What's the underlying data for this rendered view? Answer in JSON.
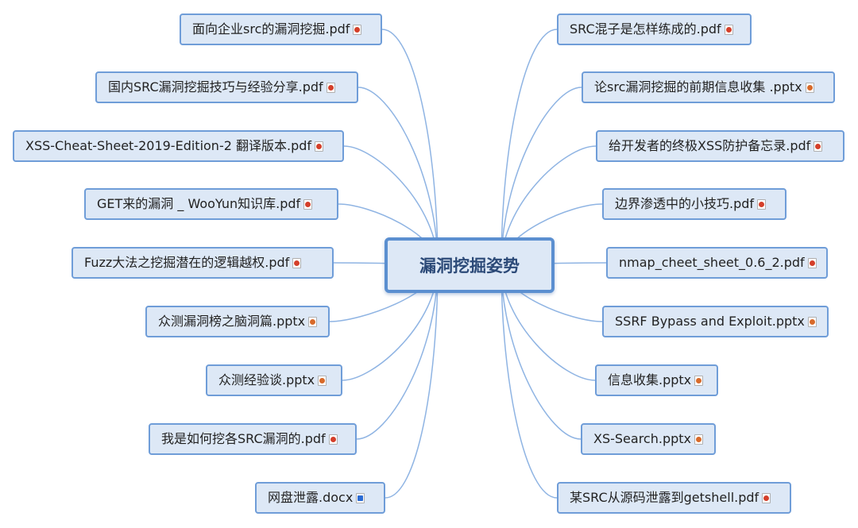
{
  "central": {
    "label": "漏洞挖掘姿势"
  },
  "left_items": [
    {
      "label": "面向企业src的漏洞挖掘.pdf",
      "icon": "pdf-file-icon"
    },
    {
      "label": "国内SRC漏洞挖掘技巧与经验分享.pdf",
      "icon": "pdf-file-icon"
    },
    {
      "label": "XSS-Cheat-Sheet-2019-Edition-2 翻译版本.pdf",
      "icon": "pdf-file-icon"
    },
    {
      "label": "GET来的漏洞 _ WooYun知识库.pdf",
      "icon": "pdf-file-icon"
    },
    {
      "label": "Fuzz大法之挖掘潜在的逻辑越权.pdf",
      "icon": "pdf-file-icon"
    },
    {
      "label": "众测漏洞榜之脑洞篇.pptx",
      "icon": "pptx-file-icon"
    },
    {
      "label": "众测经验谈.pptx",
      "icon": "pptx-file-icon"
    },
    {
      "label": "我是如何挖各SRC漏洞的.pdf",
      "icon": "pdf-file-icon"
    },
    {
      "label": "网盘泄露.docx",
      "icon": "docx-file-icon"
    }
  ],
  "right_items": [
    {
      "label": "SRC混子是怎样练成的.pdf",
      "icon": "pdf-file-icon"
    },
    {
      "label": "论src漏洞挖掘的前期信息收集 .pptx",
      "icon": "pptx-file-icon"
    },
    {
      "label": "给开发者的终极XSS防护备忘录.pdf",
      "icon": "pdf-file-icon"
    },
    {
      "label": "边界渗透中的小技巧.pdf",
      "icon": "pdf-file-icon"
    },
    {
      "label": "nmap_cheet_sheet_0.6_2.pdf",
      "icon": "pdf-file-icon"
    },
    {
      "label": "SSRF Bypass and Exploit.pptx",
      "icon": "pptx-file-icon"
    },
    {
      "label": "信息收集.pptx",
      "icon": "pptx-file-icon"
    },
    {
      "label": "XS-Search.pptx",
      "icon": "pptx-file-icon"
    },
    {
      "label": "某SRC从源码泄露到getshell.pdf",
      "icon": "pdf-file-icon"
    }
  ],
  "colors": {
    "link": "#8fb4e3",
    "node_fill": "#dde8f6",
    "node_border": "#6f9dd8"
  }
}
